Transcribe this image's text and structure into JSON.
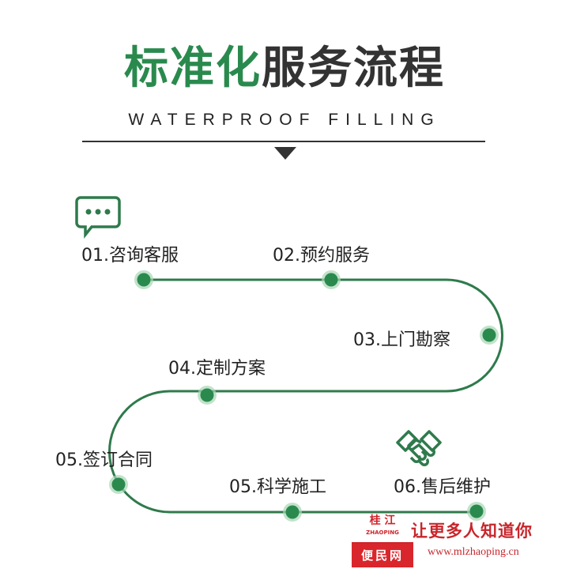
{
  "title": {
    "green": "标准化",
    "dark": "服务流程"
  },
  "subtitle": "WATERPROOF FILLING",
  "steps": [
    {
      "label": "01.咨询客服"
    },
    {
      "label": "02.预约服务"
    },
    {
      "label": "03.上门勘察"
    },
    {
      "label": "04.定制方案"
    },
    {
      "label": "05.签订合同"
    },
    {
      "label": "05.科学施工"
    },
    {
      "label": "06.售后维护"
    }
  ],
  "icons": [
    "chat-bubble-icon",
    "handshake-icon"
  ],
  "colors": {
    "accent": "#2a8a4e",
    "line": "#2f7a4c",
    "dark": "#333333",
    "brand_red": "#d0232a"
  },
  "watermark": {
    "city": "桂 江",
    "pinyin": "ZHAOPING",
    "brand": "便民网",
    "slogan": "让更多人知道你",
    "url": "www.mlzhaoping.cn"
  }
}
